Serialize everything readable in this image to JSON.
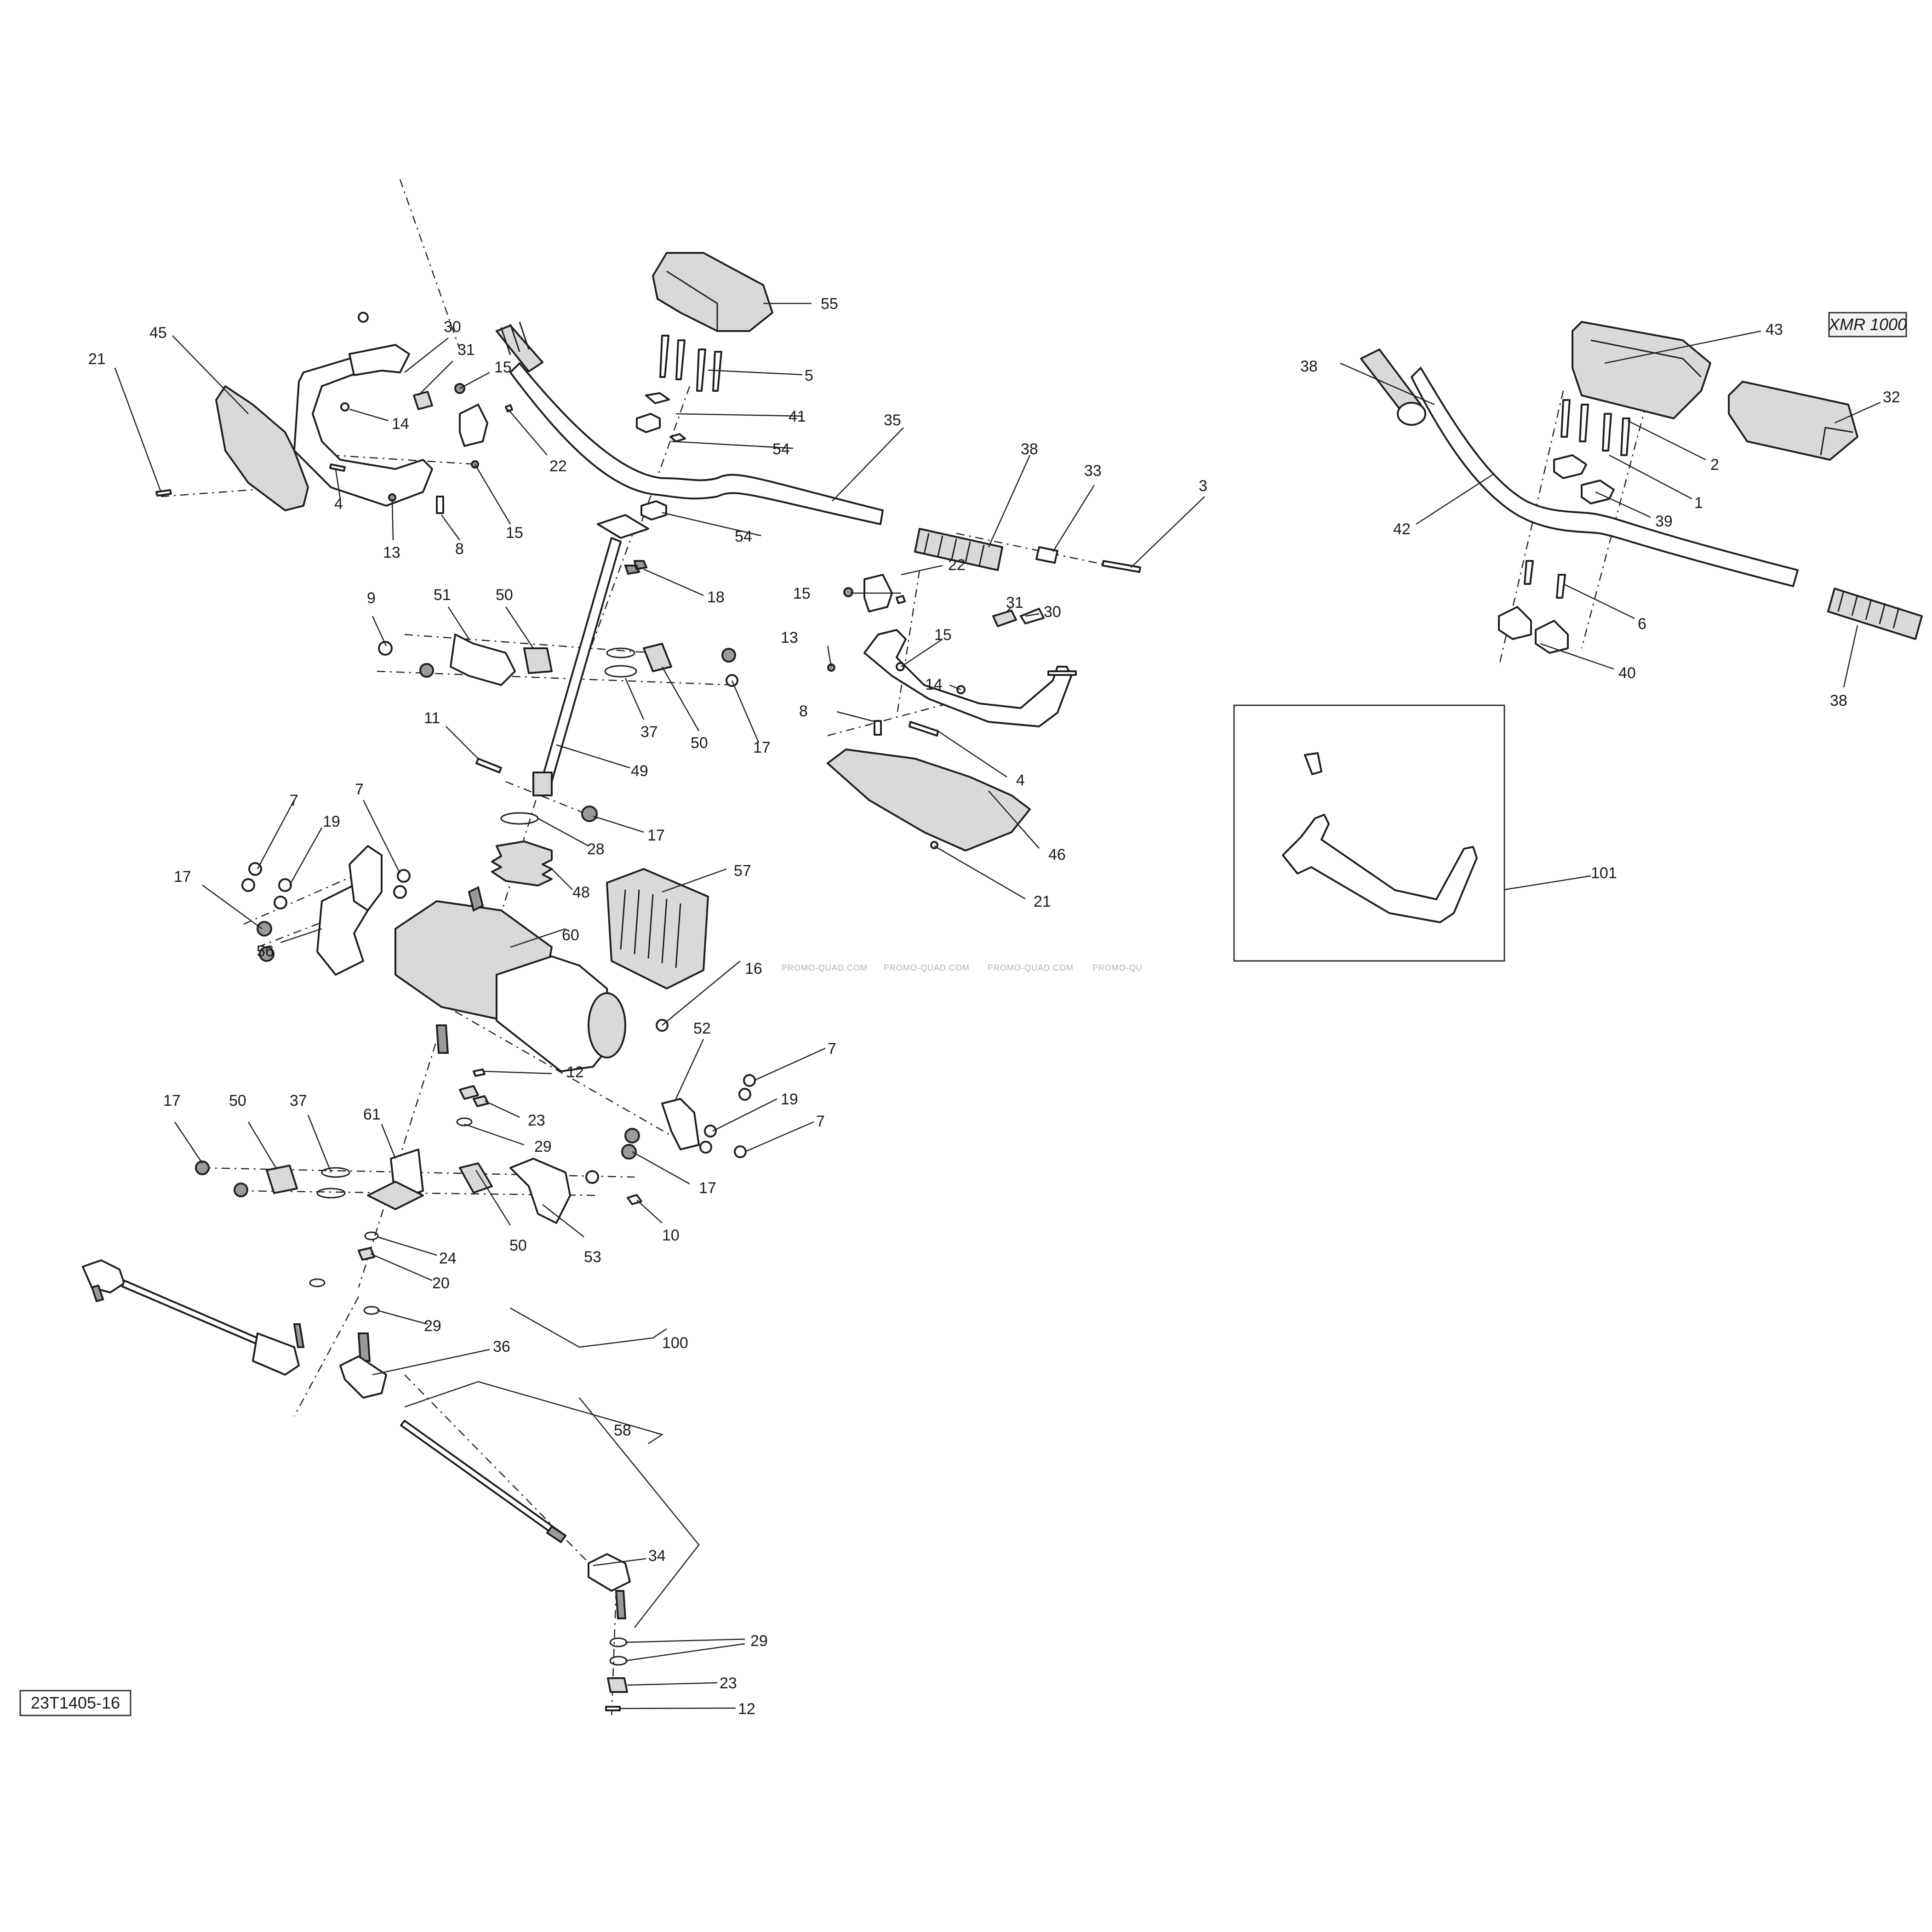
{
  "model_badge": "XMR 1000",
  "diagram_code": "23T1405-16",
  "watermark": [
    "PROMO-QUAD.COM",
    "PROMO-QUAD.COM",
    "PROMO-QUAD.COM",
    "PROMO-QU"
  ],
  "callouts": [
    {
      "id": "c55",
      "text": "55"
    },
    {
      "id": "c5",
      "text": "5"
    },
    {
      "id": "c41",
      "text": "41"
    },
    {
      "id": "c54a",
      "text": "54"
    },
    {
      "id": "c35",
      "text": "35"
    },
    {
      "id": "c54b",
      "text": "54"
    },
    {
      "id": "c38a",
      "text": "38"
    },
    {
      "id": "c33",
      "text": "33"
    },
    {
      "id": "c3",
      "text": "3"
    },
    {
      "id": "c18",
      "text": "18"
    },
    {
      "id": "c30a",
      "text": "30"
    },
    {
      "id": "c31a",
      "text": "31"
    },
    {
      "id": "c15a",
      "text": "15"
    },
    {
      "id": "c45",
      "text": "45"
    },
    {
      "id": "c21a",
      "text": "21"
    },
    {
      "id": "c14a",
      "text": "14"
    },
    {
      "id": "c22a",
      "text": "22"
    },
    {
      "id": "c4a",
      "text": "4"
    },
    {
      "id": "c13a",
      "text": "13"
    },
    {
      "id": "c8a",
      "text": "8"
    },
    {
      "id": "c15b",
      "text": "15"
    },
    {
      "id": "c9",
      "text": "9"
    },
    {
      "id": "c51",
      "text": "51"
    },
    {
      "id": "c50a",
      "text": "50"
    },
    {
      "id": "c37a",
      "text": "37"
    },
    {
      "id": "c50b",
      "text": "50"
    },
    {
      "id": "c17a",
      "text": "17"
    },
    {
      "id": "c11",
      "text": "11"
    },
    {
      "id": "c49",
      "text": "49"
    },
    {
      "id": "c17b",
      "text": "17"
    },
    {
      "id": "c28",
      "text": "28"
    },
    {
      "id": "c48",
      "text": "48"
    },
    {
      "id": "c7a",
      "text": "7"
    },
    {
      "id": "c19a",
      "text": "19"
    },
    {
      "id": "c7b",
      "text": "7"
    },
    {
      "id": "c17c",
      "text": "17"
    },
    {
      "id": "c56",
      "text": "56"
    },
    {
      "id": "c60",
      "text": "60"
    },
    {
      "id": "c57",
      "text": "57"
    },
    {
      "id": "c16",
      "text": "16"
    },
    {
      "id": "c15c",
      "text": "15"
    },
    {
      "id": "c22b",
      "text": "22"
    },
    {
      "id": "c13b",
      "text": "13"
    },
    {
      "id": "c15d",
      "text": "15"
    },
    {
      "id": "c31b",
      "text": "31"
    },
    {
      "id": "c30b",
      "text": "30"
    },
    {
      "id": "c14b",
      "text": "14"
    },
    {
      "id": "c8b",
      "text": "8"
    },
    {
      "id": "c4b",
      "text": "4"
    },
    {
      "id": "c46",
      "text": "46"
    },
    {
      "id": "c21b",
      "text": "21"
    },
    {
      "id": "c52",
      "text": "52"
    },
    {
      "id": "c7c",
      "text": "7"
    },
    {
      "id": "c19b",
      "text": "19"
    },
    {
      "id": "c7d",
      "text": "7"
    },
    {
      "id": "c17d",
      "text": "17"
    },
    {
      "id": "c12a",
      "text": "12"
    },
    {
      "id": "c23a",
      "text": "23"
    },
    {
      "id": "c29a",
      "text": "29"
    },
    {
      "id": "c61",
      "text": "61"
    },
    {
      "id": "c37b",
      "text": "37"
    },
    {
      "id": "c50c",
      "text": "50"
    },
    {
      "id": "c17e",
      "text": "17"
    },
    {
      "id": "c50d",
      "text": "50"
    },
    {
      "id": "c53",
      "text": "53"
    },
    {
      "id": "c10",
      "text": "10"
    },
    {
      "id": "c24",
      "text": "24"
    },
    {
      "id": "c20",
      "text": "20"
    },
    {
      "id": "c29b",
      "text": "29"
    },
    {
      "id": "c36",
      "text": "36"
    },
    {
      "id": "c100",
      "text": "100"
    },
    {
      "id": "c58",
      "text": "58"
    },
    {
      "id": "c34",
      "text": "34"
    },
    {
      "id": "c29c",
      "text": "29"
    },
    {
      "id": "c23b",
      "text": "23"
    },
    {
      "id": "c12b",
      "text": "12"
    },
    {
      "id": "c43",
      "text": "43"
    },
    {
      "id": "c38b",
      "text": "38"
    },
    {
      "id": "c32",
      "text": "32"
    },
    {
      "id": "c2",
      "text": "2"
    },
    {
      "id": "c1",
      "text": "1"
    },
    {
      "id": "c39",
      "text": "39"
    },
    {
      "id": "c42",
      "text": "42"
    },
    {
      "id": "c6",
      "text": "6"
    },
    {
      "id": "c40",
      "text": "40"
    },
    {
      "id": "c38c",
      "text": "38"
    },
    {
      "id": "c101",
      "text": "101"
    }
  ]
}
